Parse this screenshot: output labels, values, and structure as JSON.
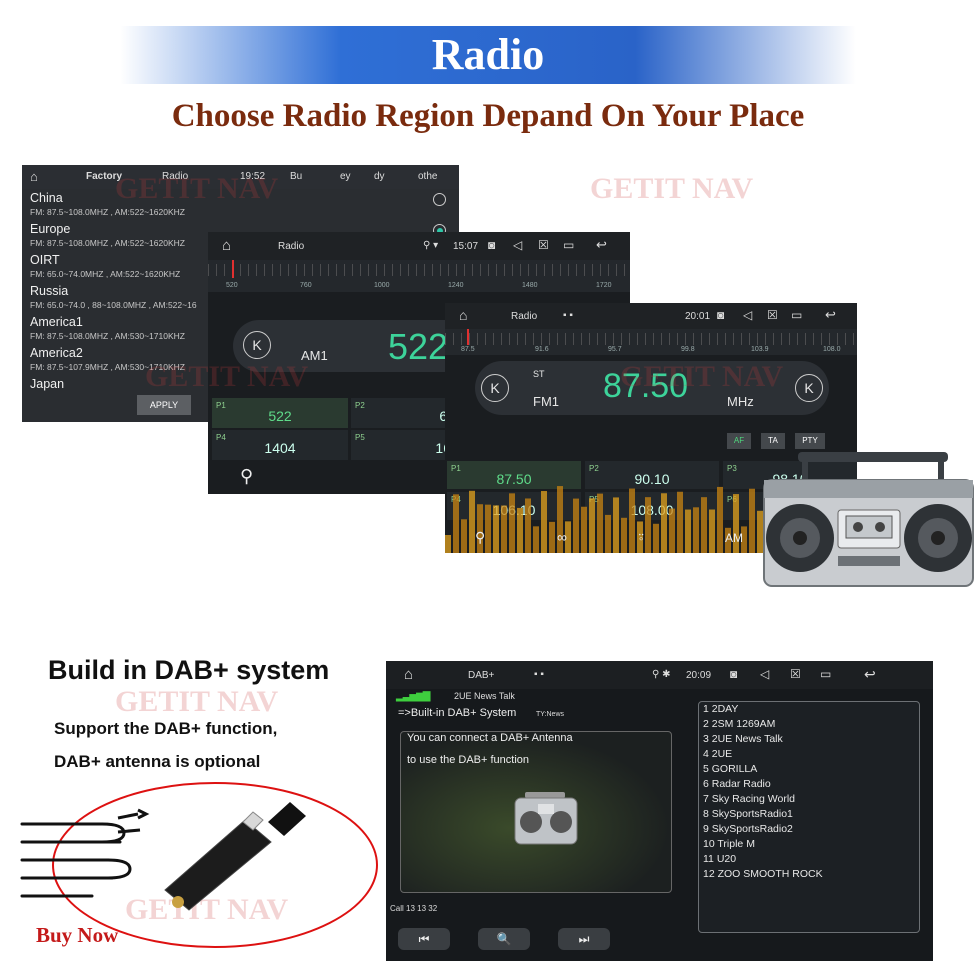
{
  "banner": {
    "title": "Radio"
  },
  "subtitle": "Choose Radio Region Depand On Your Place",
  "watermark": "GETIT NAV",
  "screen1": {
    "status": {
      "title": "Factory",
      "tab": "Radio",
      "time": "19:52",
      "items": [
        "Bu",
        "ey",
        "dy",
        "othe"
      ]
    },
    "regions": [
      {
        "name": "China",
        "freq": "FM: 87.5~108.0MHZ , AM:522~1620KHZ",
        "selected": false
      },
      {
        "name": "Europe",
        "freq": "FM: 87.5~108.0MHZ , AM:522~1620KHZ",
        "selected": true
      },
      {
        "name": "OIRT",
        "freq": "FM: 65.0~74.0MHZ , AM:522~1620KHZ",
        "selected": false
      },
      {
        "name": "Russia",
        "freq": "FM: 65.0~74.0 , 88~108.0MHZ , AM:522~16",
        "selected": false
      },
      {
        "name": "America1",
        "freq": "FM: 87.5~108.0MHZ , AM:530~1710KHZ",
        "selected": false
      },
      {
        "name": "America2",
        "freq": "FM: 87.5~107.9MHZ , AM:530~1710KHZ",
        "selected": false
      },
      {
        "name": "Japan",
        "freq": "",
        "selected": false
      }
    ],
    "apply_label": "APPLY"
  },
  "screen2": {
    "title": "Radio",
    "time": "15:07",
    "scale": [
      "520",
      "760",
      "1000",
      "1240",
      "1480",
      "1720"
    ],
    "band": "AM1",
    "frequency": "522",
    "presets": [
      {
        "p": "P1",
        "v": "522"
      },
      {
        "p": "P2",
        "v": "603"
      },
      {
        "p": "P4",
        "v": "1404"
      },
      {
        "p": "P5",
        "v": "1620"
      }
    ]
  },
  "screen3": {
    "title": "Radio",
    "time": "20:01",
    "scale": [
      "87.5",
      "91.6",
      "95.7",
      "99.8",
      "103.9",
      "108.0"
    ],
    "st": "ST",
    "band": "FM1",
    "frequency": "87.50",
    "unit": "MHz",
    "buttons": [
      "AF",
      "TA",
      "PTY"
    ],
    "presets": [
      {
        "p": "P1",
        "v": "87.50"
      },
      {
        "p": "P2",
        "v": "90.10"
      },
      {
        "p": "P3",
        "v": "98.10"
      },
      {
        "p": "P4",
        "v": "106.10"
      },
      {
        "p": "P5",
        "v": "108.00"
      },
      {
        "p": "P6",
        "v": ""
      }
    ],
    "am_label": "AM"
  },
  "dab": {
    "heading": "Build in DAB+ system",
    "line1": "Support the DAB+ function,",
    "line2": "DAB+ antenna is optional",
    "buy_now": "Buy Now"
  },
  "screen4": {
    "title": "DAB+",
    "time": "20:09",
    "now_playing": "2UE News Talk",
    "message_title": "=>Built-in DAB+ System",
    "message_small": "TY:News",
    "message_lines": [
      "You can connect a DAB+ Antenna",
      "to use the DAB+ function"
    ],
    "call_text": "Call 13 13 32",
    "stations": [
      "1  2DAY",
      "2  2SM 1269AM",
      "3  2UE News Talk",
      "4  2UE",
      "5  GORILLA",
      "6  Radar Radio",
      "7  Sky Racing World",
      "8  SkySportsRadio1",
      "9  SkySportsRadio2",
      "10  Triple M",
      "11  U20",
      "12  ZOO SMOOTH ROCK"
    ],
    "controls": [
      "⏮",
      "🔍",
      "⏭"
    ]
  }
}
